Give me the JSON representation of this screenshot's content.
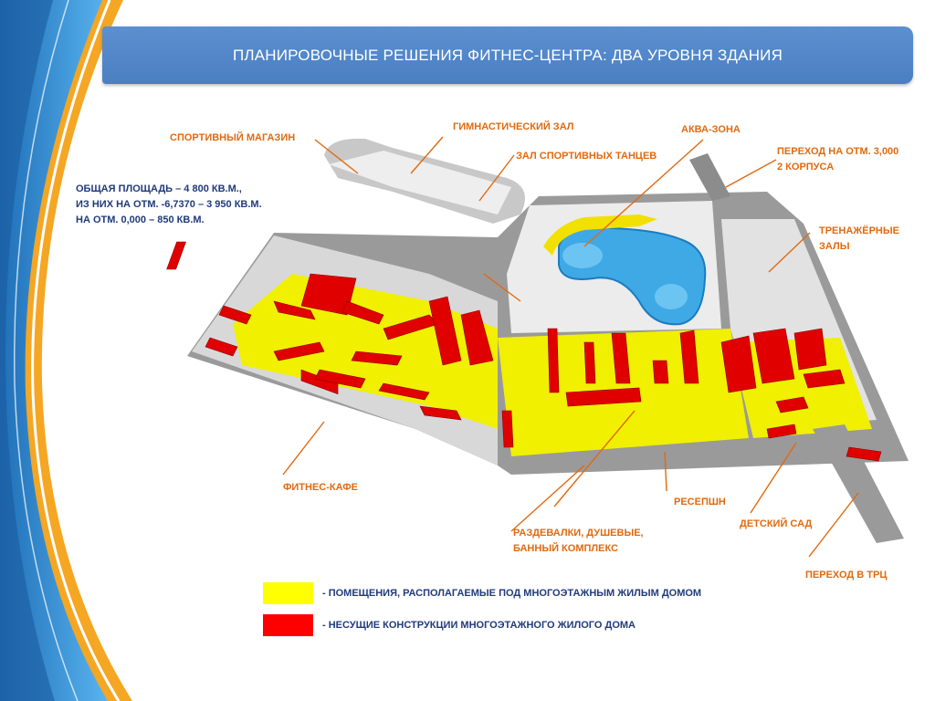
{
  "title": "ПЛАНИРОВОЧНЫЕ РЕШЕНИЯ ФИТНЕС-ЦЕНТРА: ДВА УРОВНЯ ЗДАНИЯ",
  "info": {
    "line1": "ОБЩАЯ ПЛОЩАДЬ – 4 800 КВ.М.,",
    "line2": "ИЗ НИХ НА ОТМ.  -6,7370 – 3 950 КВ.М.",
    "line3": "НА ОТМ. 0,000 – 850 КВ.М."
  },
  "labels": {
    "sport_shop": "СПОРТИВНЫЙ МАГАЗИН",
    "gym_hall": "ГИМНАСТИЧЕСКИЙ ЗАЛ",
    "dance_hall": "ЗАЛ СПОРТИВНЫХ ТАНЦЕВ",
    "aqua_zone": "АКВА-ЗОНА",
    "passage_line1": "ПЕРЕХОД НА ОТМ. 3,000",
    "passage_line2": "2 КОРПУСА",
    "trainer_line1": "ТРЕНАЖЁРНЫЕ",
    "trainer_line2": "ЗАЛЫ",
    "fitness_cafe": "ФИТНЕС-КАФЕ",
    "reception": "РЕСЕПШН",
    "kindergarten": "ДЕТСКИЙ САД",
    "lockers_line1": "РАЗДЕВАЛКИ, ДУШЕВЫЕ,",
    "lockers_line2": "БАННЫЙ КОМПЛЕКС",
    "mall_passage": "ПЕРЕХОД В ТРЦ"
  },
  "legend": [
    {
      "text": "- ПОМЕЩЕНИЯ, РАСПОЛАГАЕМЫЕ ПОД МНОГОЭТАЖНЫМ ЖИЛЫМ ДОМОМ",
      "color": "#ffff00"
    },
    {
      "text": "- НЕСУЩИЕ КОНСТРУКЦИИ МНОГОЭТАЖНОГО ЖИЛОГО ДОМА",
      "color": "#ff0000"
    }
  ],
  "colors": {
    "accent": "#e06a10",
    "info_text": "#1f3b7a",
    "title_bar": "#4a7fc2",
    "pool": "#3fa9e6",
    "floor": "#e4e4e4",
    "wall": "#9a9a9a"
  }
}
